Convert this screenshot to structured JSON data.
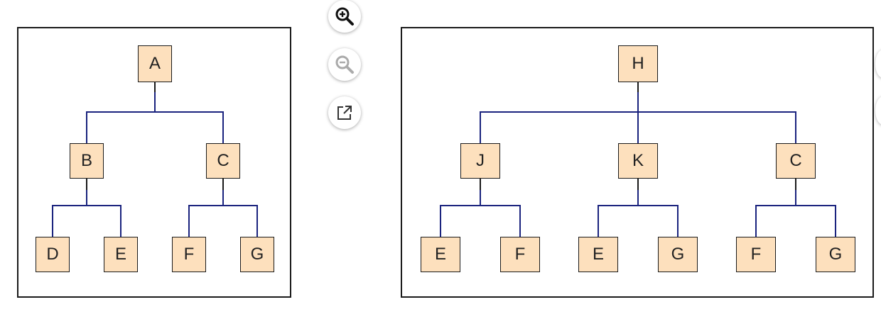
{
  "tools": {
    "zoom_in": {
      "icon": "zoom-in-icon",
      "color": "#111111"
    },
    "zoom_out": {
      "icon": "zoom-out-icon",
      "color": "#aaaaaa"
    },
    "open_external": {
      "icon": "open-external-icon",
      "color": "#333333"
    }
  },
  "colors": {
    "node_fill": "#fde0bd",
    "edge": "#1a237e",
    "border": "#1a1a1a"
  },
  "left_tree": {
    "root": "A",
    "level1": [
      "B",
      "C"
    ],
    "level2": [
      "D",
      "E",
      "F",
      "G"
    ]
  },
  "right_tree": {
    "root": "H",
    "level1": [
      "J",
      "K",
      "C"
    ],
    "level2": [
      "E",
      "F",
      "E",
      "G",
      "F",
      "G"
    ]
  }
}
